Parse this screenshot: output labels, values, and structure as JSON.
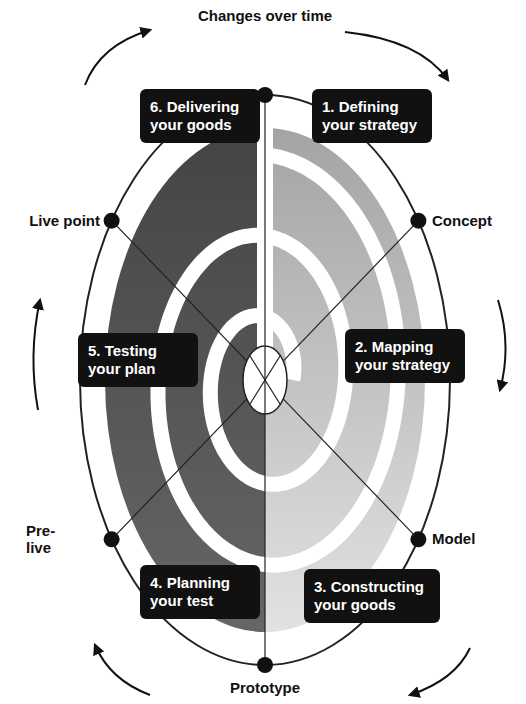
{
  "diagram": {
    "nodes": [
      {
        "text": [
          "1. Defining your strategy"
        ]
      },
      {
        "text": [
          "2. Mapping your strategy"
        ]
      },
      {
        "text": [
          "3. Constructing your goods"
        ]
      },
      {
        "text": [
          "4. Planning your test"
        ]
      },
      {
        "text": [
          "5. Testing your plan"
        ]
      },
      {
        "text": [
          "6. Delivering your goods"
        ]
      }
    ],
    "labels": [
      "Changes over time",
      "Concept",
      "Model",
      "Prototype",
      "Pre-live",
      "Live point"
    ]
  }
}
